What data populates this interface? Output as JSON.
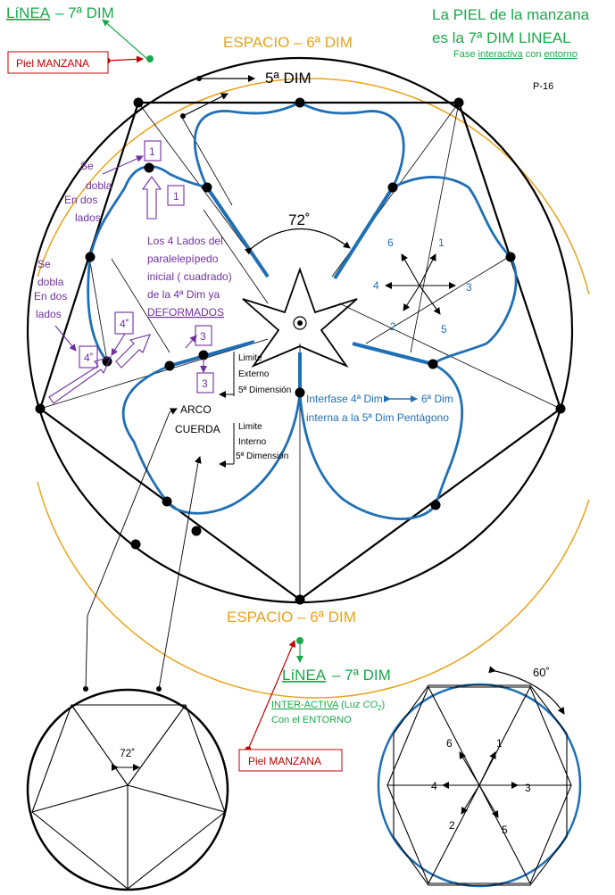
{
  "header": {
    "linea_top": "LíNEA",
    "linea_top_suffix": "– 7ª DIM",
    "piel_title_line1": "La PIEL de la manzana",
    "piel_title_line2": "es la 7ª DIM LINEAL",
    "fase_prefix": "Fase ",
    "fase_interactiva": "interactiva",
    "fase_mid": " con ",
    "fase_entorno": "entorno",
    "page_number": "P-16"
  },
  "labels": {
    "espacio_top": "ESPACIO – 6ª DIM",
    "espacio_bottom": "ESPACIO – 6ª DIM",
    "quinta_dim": "5ª DIM",
    "piel_manzana_top": "Piel MANZANA",
    "piel_manzana_bottom": "Piel MANZANA",
    "angle_72_main": "72˚",
    "angle_72_small": "72˚",
    "angle_60": "60˚",
    "se_dobla_1": "Se",
    "se_dobla_2": "dobla",
    "en_dos_1": "En dos",
    "lados_1": "lados",
    "se_2": "Se",
    "dobla_2": "dobla",
    "en_dos_2": "En dos",
    "lados_2": "lados",
    "los4_line1": "Los 4 Lados del",
    "los4_line2": "paralelepípedo",
    "los4_line3": "inicial ( cuadrado)",
    "los4_line4": "de la 4ª Dim ya",
    "los4_line5": "DEFORMADOS",
    "box_1a": "1",
    "box_1b": "1",
    "box_4a": "4˚",
    "box_4b": "4˚",
    "box_3a": "3",
    "box_3b": "3",
    "limite_ext_1": "Limite",
    "limite_ext_2": "Externo",
    "limite_ext_3": "5ª Dimensión",
    "limite_int_1": "Limite",
    "limite_int_2": "Interno",
    "limite_int_3": "5ª Dimensión",
    "arco": "ARCO",
    "cuerda": "CUERDA",
    "interfase_1": "Interfase 4ª Dim",
    "interfase_1b": "6ª Dim",
    "interfase_2": "interna a la 5ª Dim Pentágono",
    "linea_bottom": "LíNEA",
    "linea_bottom_suffix": "– 7ª DIM",
    "interactiva_prefix": "INTER-ACTIVA",
    "interactiva_suffix": " (Luz ",
    "co2": "CO",
    "co2_sub": "2",
    "co2_close": ")",
    "con_entorno": "Con el ENTORNO"
  },
  "directions_main": [
    "1",
    "2",
    "3",
    "4",
    "5",
    "6"
  ],
  "directions_hex": [
    "1",
    "2",
    "3",
    "4",
    "5",
    "6"
  ],
  "colors": {
    "green": "#1aa84a",
    "orange": "#e8a317",
    "purple": "#7030a0",
    "blue": "#1f6fb5",
    "red": "#c00000"
  }
}
